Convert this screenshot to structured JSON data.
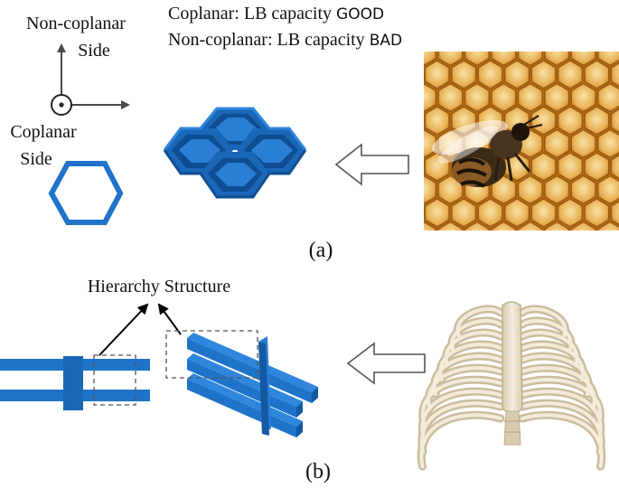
{
  "panel_a": {
    "axis_top_line1": "Non-coplanar",
    "axis_top_line2": "Side",
    "axis_bottom_line1": "Coplanar",
    "axis_bottom_line2": "Side",
    "caption_line1_prefix": "Coplanar: LB capacity ",
    "caption_line1_emph": "GOOD",
    "caption_line2_prefix": "Non-coplanar: LB capacity ",
    "caption_line2_emph": "BAD",
    "label": "(a)"
  },
  "panel_b": {
    "hierarchy_label": "Hierarchy Structure",
    "label": "(b)"
  },
  "colors": {
    "structure_blue": "#1f73c9",
    "structure_blue_dark": "#145aa3",
    "honey_gold": "#e8a43a",
    "bone": "#ece3cf"
  }
}
